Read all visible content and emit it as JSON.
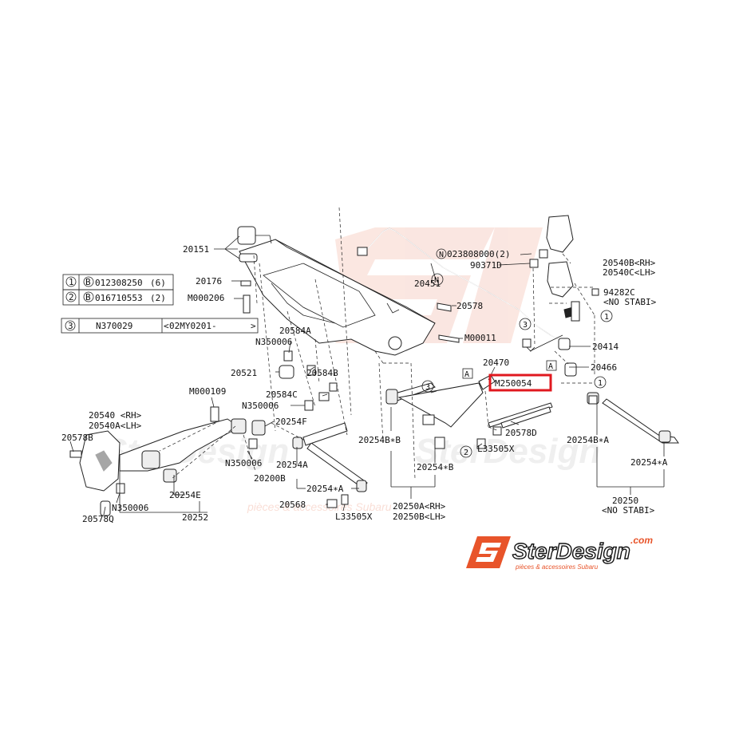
{
  "legend_table": {
    "rows": [
      {
        "num": "1",
        "sym": "B",
        "part": "012308250",
        "qty": "(6)"
      },
      {
        "num": "2",
        "sym": "B",
        "part": "016710553",
        "qty": "(2)"
      }
    ],
    "row3": {
      "num": "3",
      "part": "N370029",
      "note": "02MY0201-"
    }
  },
  "labels": {
    "p20151": "20151",
    "p20176": "20176",
    "pM000206": "M000206",
    "p20451": "20451",
    "pN023808000": "023808000(2)",
    "pN_circle": "N",
    "p90371D": "90371D",
    "p20540B": "20540B<RH>",
    "p20540C": "20540C<LH>",
    "p94282C": "94282C",
    "pNoStabi1": "<NO STABI>",
    "p20578": "20578",
    "p20584A": "20584A",
    "pN350006_1": "N350006",
    "pM00011": "M00011",
    "p20414": "20414",
    "p20521": "20521",
    "p20584B": "20584B",
    "p20470": "20470",
    "p20466": "20466",
    "pM000109": "M000109",
    "p20584C": "20584C",
    "pM250054": "M250054",
    "pN350006_2": "N350006",
    "p20254F": "20254F",
    "p20540": "20540 <RH>",
    "p20540A": "20540A<LH>",
    "p20578B": "20578B",
    "p20254BB": "20254B∗B",
    "p20578D": "20578D",
    "p20254BA": "20254B∗A",
    "pL33505X_1": "L33505X",
    "pN350006_3": "N350006",
    "p20254A": "20254A",
    "p20254B_star": "20254∗B",
    "p20254A_star": "20254∗A",
    "p20200B": "20200B",
    "p20254E": "20254E",
    "p20254_starA2": "20254∗A",
    "pN350006_4": "N350006",
    "p20568": "20568",
    "pL33505X_2": "L33505X",
    "p20250A": "20250A<RH>",
    "p20250B": "20250B<LH>",
    "p20250": "20250",
    "pNoStabi2": "<NO STABI>",
    "p20578Q": "20578Q",
    "p20252": "20252",
    "boxA": "A",
    "callout1": "1",
    "callout2": "2",
    "callout3": "3"
  },
  "logo": {
    "name": "SterDesign",
    "domain": ".com",
    "tagline": "pièces & accessoires Subaru"
  },
  "colors": {
    "highlight": "#e0181f",
    "logo_orange": "#e8542a",
    "watermark": "#f6c9bd"
  }
}
